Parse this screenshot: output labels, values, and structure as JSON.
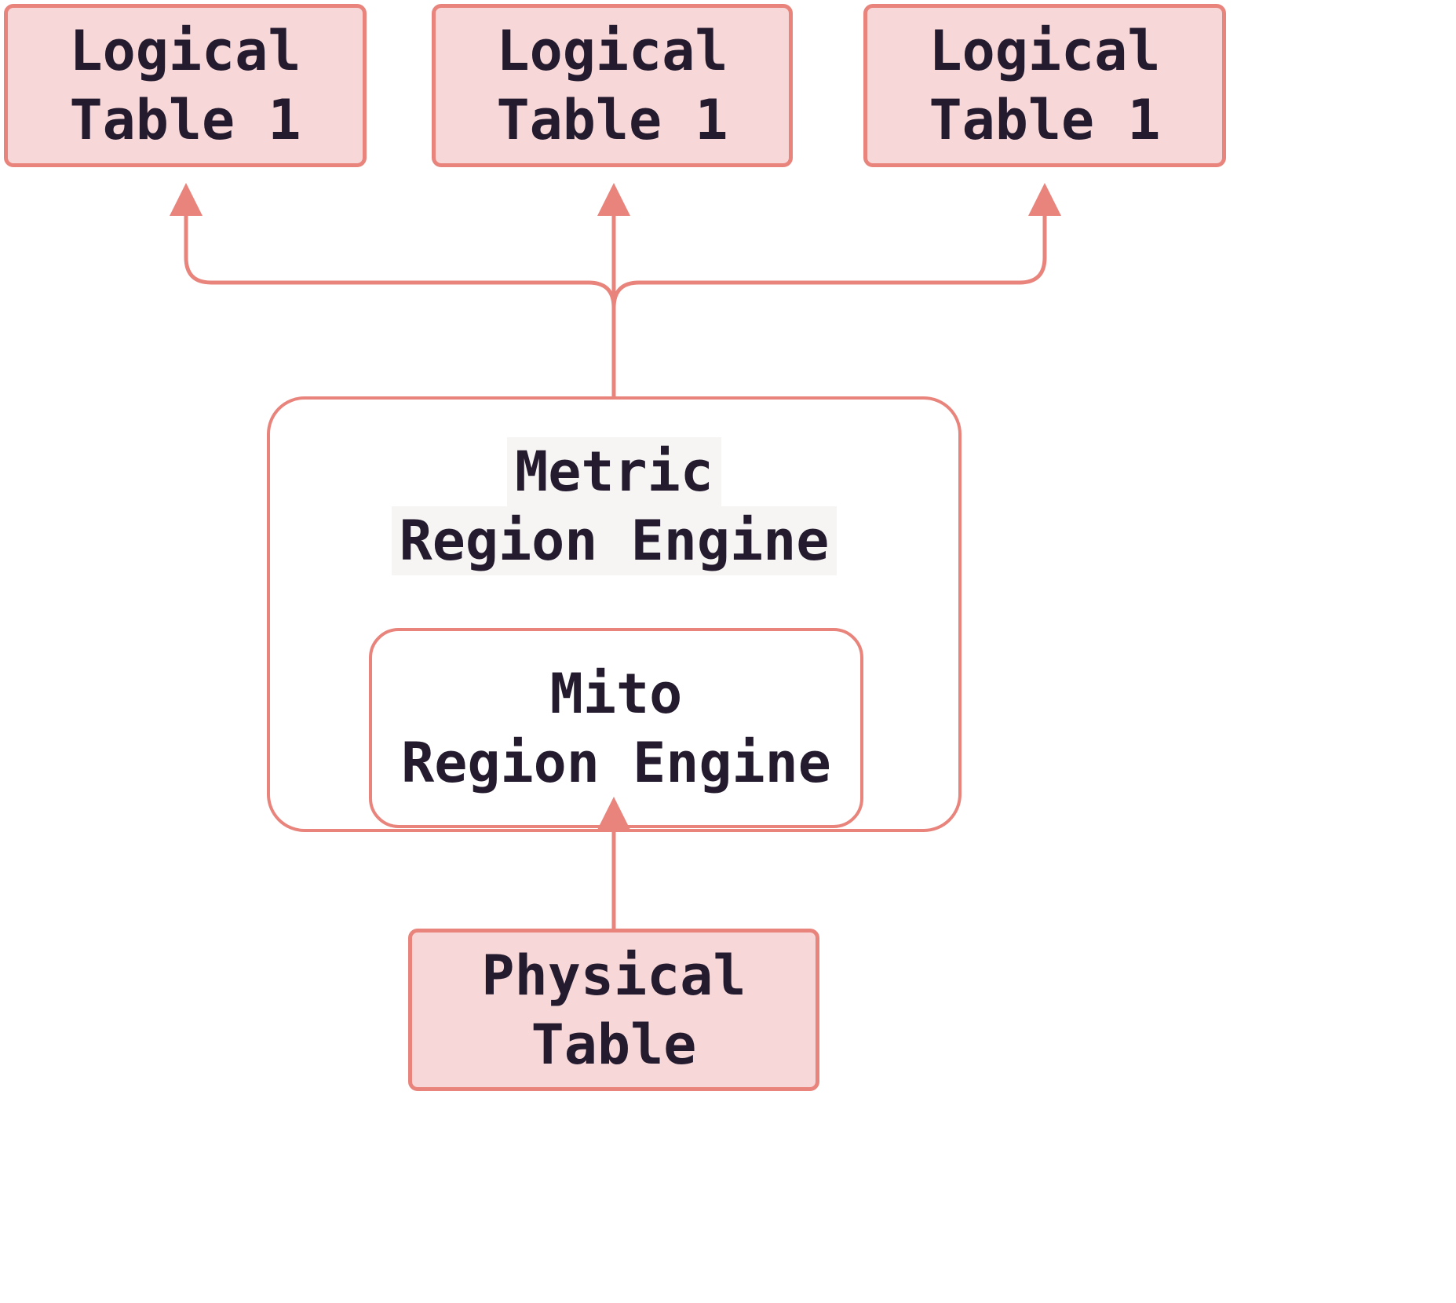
{
  "colors": {
    "node_fill": "#f8d7d8",
    "node_border": "#e8847b",
    "arrow": "#e8847b",
    "engine_fill": "#ffffff",
    "text": "#241b2f",
    "label_highlight": "#f6f5f3",
    "background": "#ffffff"
  },
  "nodes": {
    "logical_table_1": {
      "line1": "Logical",
      "line2": "Table 1"
    },
    "logical_table_2": {
      "line1": "Logical",
      "line2": "Table 1"
    },
    "logical_table_3": {
      "line1": "Logical",
      "line2": "Table 1"
    },
    "metric_region_engine": {
      "line1": "Metric",
      "line2": "Region Engine"
    },
    "mito_region_engine": {
      "line1": "Mito",
      "line2": "Region Engine"
    },
    "physical_table": {
      "line1": "Physical",
      "line2": "Table"
    }
  },
  "edges": [
    {
      "from": "metric_region_engine",
      "to": "logical_table_1"
    },
    {
      "from": "metric_region_engine",
      "to": "logical_table_2"
    },
    {
      "from": "metric_region_engine",
      "to": "logical_table_3"
    },
    {
      "from": "physical_table",
      "to": "mito_region_engine"
    }
  ]
}
